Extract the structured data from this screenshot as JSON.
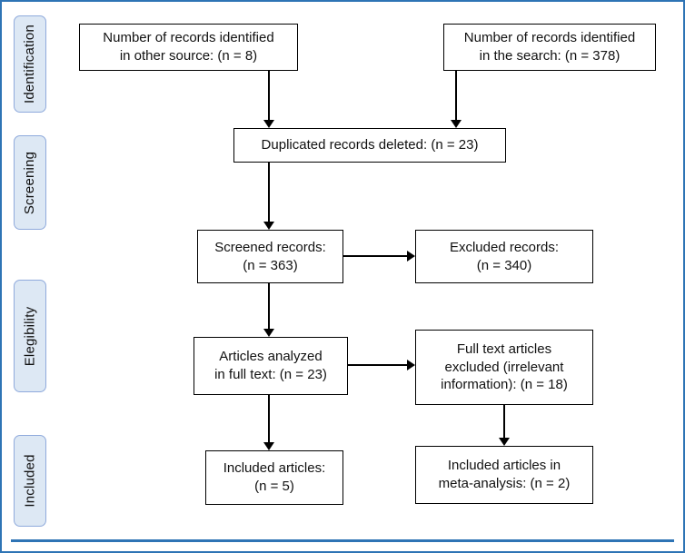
{
  "diagram": {
    "stages": [
      {
        "label": "Identification"
      },
      {
        "label": "Screening"
      },
      {
        "label": "Elegibility"
      },
      {
        "label": "Included"
      }
    ],
    "boxes": {
      "other_source": "Number of records identified\nin other source: (n = 8)",
      "search": "Number of records identified\nin the search: (n = 378)",
      "duplicated": "Duplicated records deleted: (n = 23)",
      "screened": "Screened records:\n(n = 363)",
      "excluded": "Excluded records:\n(n = 340)",
      "full_text": "Articles analyzed\nin full text: (n = 23)",
      "full_text_excluded": "Full text articles\nexcluded (irrelevant\ninformation): (n = 18)",
      "included_articles": "Included articles:\n(n = 5)",
      "included_meta": "Included articles in\nmeta-analysis: (n = 2)"
    },
    "colors": {
      "frame_blue": "#2e74b5",
      "stage_fill": "#dde8f4",
      "stage_border": "#8faadc",
      "box_border": "#000000",
      "arrow": "#000000",
      "text": "#111111"
    }
  }
}
